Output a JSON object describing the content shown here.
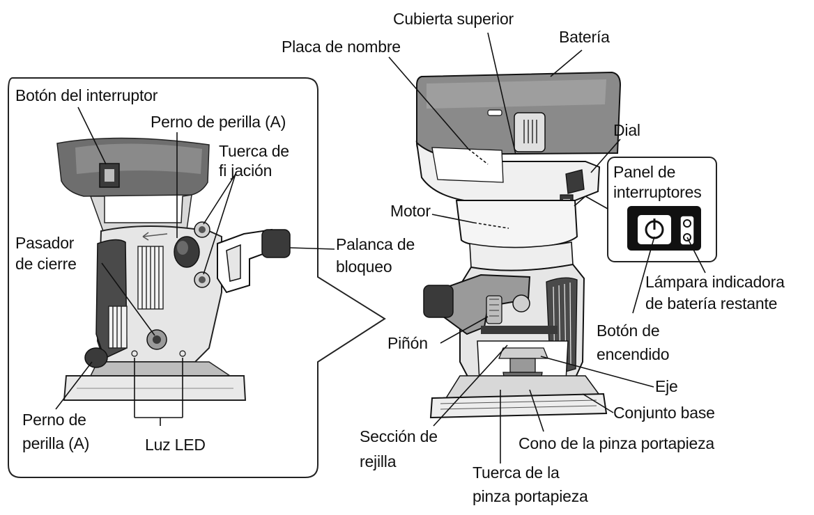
{
  "labels": {
    "cubierta_superior": "Cubierta superior",
    "placa_de_nombre": "Placa de nombre",
    "bateria": "Batería",
    "dial": "Dial",
    "panel_de_interruptores": [
      "Panel de",
      "interruptores"
    ],
    "motor": "Motor",
    "lampara_indicadora": [
      "Lámpara indicadora",
      "de batería restante"
    ],
    "boton_de_encendido": [
      "Botón de",
      "encendido"
    ],
    "pinon": "Piñón",
    "eje": "Eje",
    "conjunto_base": "Conjunto base",
    "seccion_de_rejilla": [
      "Sección de",
      "rejilla"
    ],
    "cono_pinza": "Cono de la pinza portapieza",
    "tuerca_pinza": [
      "Tuerca de la",
      "pinza portapieza"
    ],
    "boton_del_interruptor": "Botón del interruptor",
    "perno_de_perilla_a_top": "Perno de perilla (A)",
    "tuerca_de_fijacion": [
      "Tuerca de",
      "fi jación"
    ],
    "pasador_de_cierre": [
      "Pasador",
      "de cierre"
    ],
    "palanca_de_bloqueo": [
      "Palanca de",
      "bloqueo"
    ],
    "perno_de_perilla_a_bottom": [
      "Perno de",
      "perilla (A)"
    ],
    "luz_led": "Luz LED"
  },
  "colors": {
    "ink": "#111111",
    "battery_fill": "#8a8a8a",
    "dark_fill": "#3a3a3a",
    "light_fill": "#e6e6e6",
    "mid_fill": "#bdbdbd"
  },
  "icons": [
    "power-icon"
  ]
}
